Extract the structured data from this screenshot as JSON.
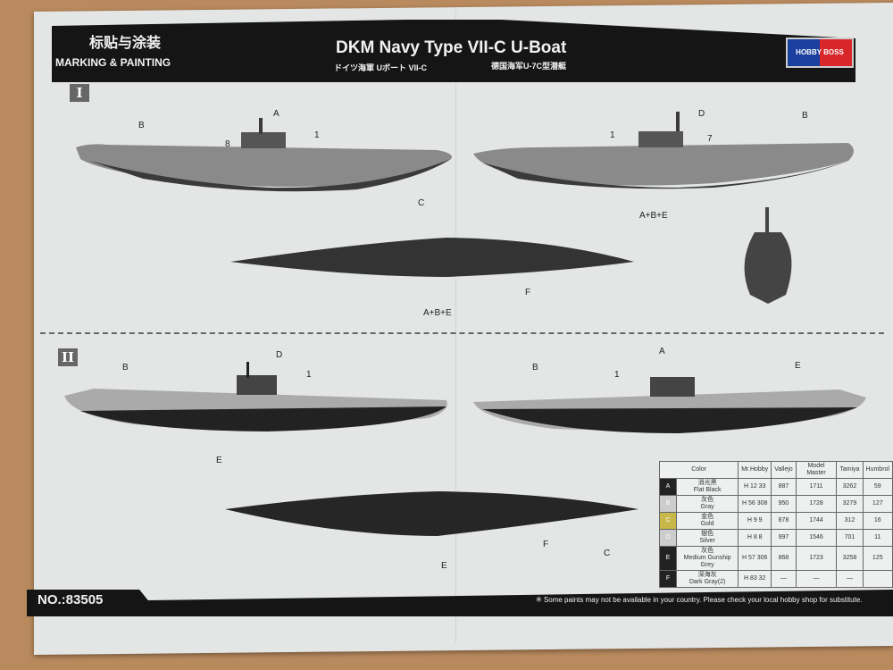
{
  "header": {
    "title_cn": "标贴与涂装",
    "title_en": "MARKING & PAINTING",
    "main_title": "DKM Navy Type VII-C U-Boat",
    "subtitle_jp": "ドイツ海軍 Uボート VII-C",
    "subtitle_cn": "德国海军U-7C型潜艇",
    "brand": "HOBBY BOSS"
  },
  "sections": [
    "I",
    "II"
  ],
  "callouts": {
    "s1_left": [
      "A",
      "B",
      "8",
      "1",
      "C"
    ],
    "s1_right": [
      "D",
      "B",
      "1",
      "7",
      "A+B+E"
    ],
    "s1_top": [
      "A+B+E",
      "F"
    ],
    "s2_left": [
      "D",
      "B",
      "1",
      "E"
    ],
    "s2_right": [
      "A",
      "B",
      "1",
      "E"
    ],
    "s2_top": [
      "E",
      "F",
      "C"
    ]
  },
  "product_no": "NO.:83505",
  "footer_note": "※ Some paints may not be available in your country. Please check your local hobby shop for substitute.",
  "paint_table": {
    "headers": [
      "Color",
      "Mr.Hobby",
      "Vallejo",
      "Model Master",
      "Tamiya",
      "Humbrol"
    ],
    "rows": [
      {
        "key": "A",
        "cn": "消光黑",
        "en": "Flat Black",
        "mrhobby": "H 12 33",
        "vallejo": "887",
        "mm": "1711",
        "tamiya": "3262",
        "humbrol": "59"
      },
      {
        "key": "B",
        "cn": "灰色",
        "en": "Gray",
        "mrhobby": "H 56 308",
        "vallejo": "950",
        "mm": "1728",
        "tamiya": "3279",
        "humbrol": "127"
      },
      {
        "key": "C",
        "cn": "金色",
        "en": "Gold",
        "mrhobby": "H 9 9",
        "vallejo": "878",
        "mm": "1744",
        "tamiya": "312",
        "humbrol": "16"
      },
      {
        "key": "D",
        "cn": "银色",
        "en": "Silver",
        "mrhobby": "H 8 8",
        "vallejo": "997",
        "mm": "1546",
        "tamiya": "701",
        "humbrol": "11"
      },
      {
        "key": "E",
        "cn": "灰色",
        "en": "Medium Gunship Grey",
        "mrhobby": "H 57 306",
        "vallejo": "868",
        "mm": "1723",
        "tamiya": "3258",
        "humbrol": "125"
      },
      {
        "key": "F",
        "cn": "深海灰",
        "en": "Dark Gray(2)",
        "mrhobby": "H 83 32",
        "vallejo": "—",
        "mm": "—",
        "tamiya": "—",
        "humbrol": ""
      }
    ]
  },
  "colors": {
    "banner": "#151515",
    "paper": "#e4e6e6",
    "gold": "#c8b84a"
  }
}
